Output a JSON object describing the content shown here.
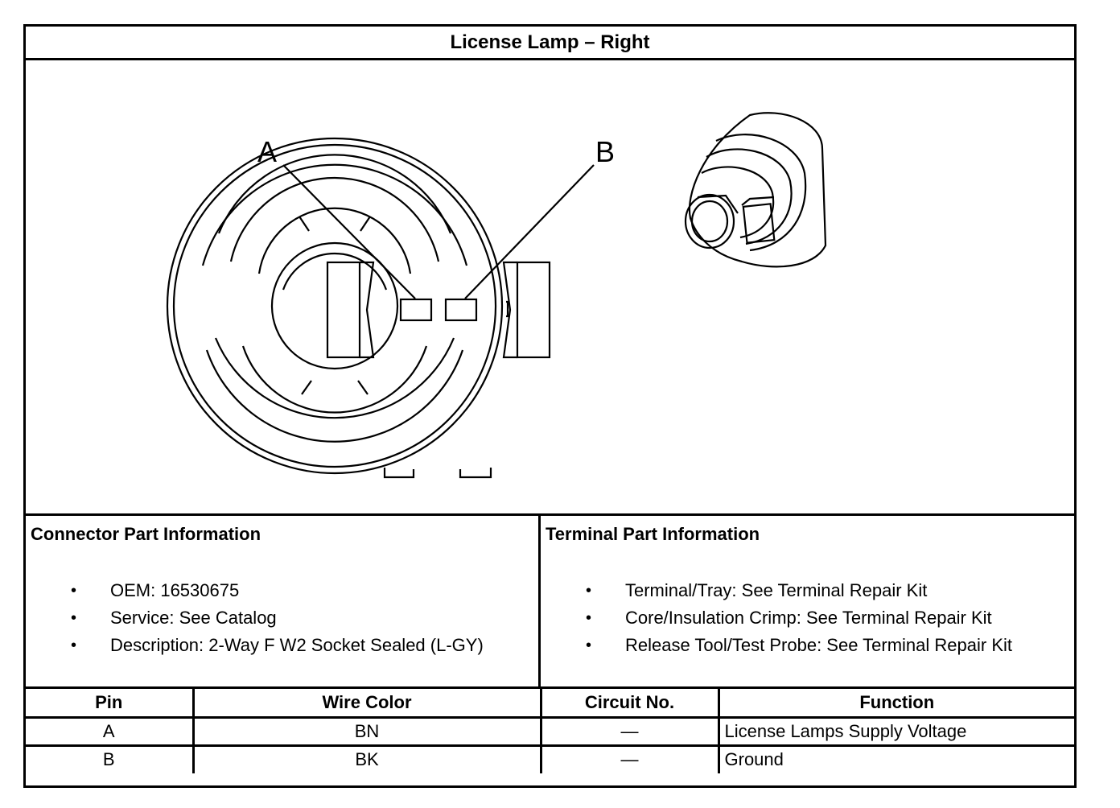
{
  "title": "License Lamp – Right",
  "diagram": {
    "pin_labels": [
      "A",
      "B"
    ]
  },
  "connector_info": {
    "heading": "Connector Part Information",
    "bullet": "•",
    "items": [
      "OEM: 16530675",
      "Service: See Catalog",
      "Description: 2-Way F W2 Socket Sealed (L-GY)"
    ]
  },
  "terminal_info": {
    "heading": "Terminal Part Information",
    "bullet": "•",
    "items": [
      "Terminal/Tray: See Terminal Repair Kit",
      "Core/Insulation Crimp: See Terminal Repair Kit",
      "Release Tool/Test Probe: See Terminal Repair Kit"
    ]
  },
  "pin_table": {
    "headers": [
      "Pin",
      "Wire Color",
      "Circuit No.",
      "Function"
    ],
    "rows": [
      [
        "A",
        "BN",
        "—",
        "License Lamps Supply Voltage"
      ],
      [
        "B",
        "BK",
        "—",
        "Ground"
      ]
    ]
  }
}
